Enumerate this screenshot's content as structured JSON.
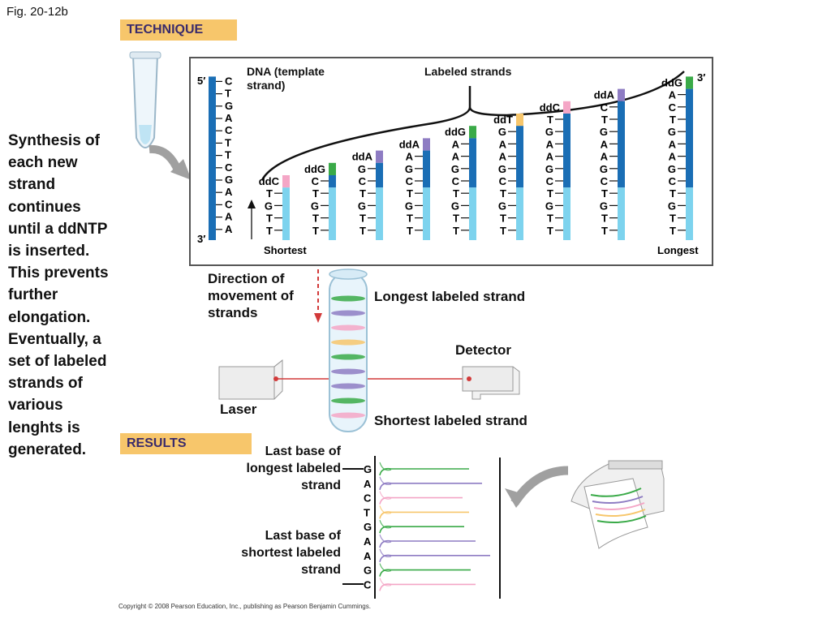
{
  "figure_label": "Fig. 20-12b",
  "technique_label": "TECHNIQUE",
  "results_label": "RESULTS",
  "side_text": "Synthesis of each new strand continues until a ddNTP is inserted. This prevents further elongation. Eventually, a set of labeled strands of various lenghts is generated.",
  "panel": {
    "template_label": "DNA (template strand)",
    "labeled_strands_label": "Labeled strands",
    "prime5": "5′",
    "prime3_left": "3′",
    "prime3_right": "3′",
    "shortest_label": "Shortest",
    "longest_label": "Longest",
    "template_bases": [
      "C",
      "T",
      "G",
      "A",
      "C",
      "T",
      "T",
      "C",
      "G",
      "A",
      "C",
      "A",
      "A"
    ],
    "strands": [
      {
        "dd": "ddC",
        "bases": [
          "T",
          "G",
          "T",
          "T"
        ],
        "color": "#f4a6c6"
      },
      {
        "dd": "ddG",
        "bases": [
          "C",
          "T",
          "G",
          "T",
          "T"
        ],
        "color": "#3aaa48"
      },
      {
        "dd": "ddA",
        "bases": [
          "G",
          "C",
          "T",
          "G",
          "T",
          "T"
        ],
        "color": "#8e7cc3"
      },
      {
        "dd": "ddA",
        "bases": [
          "A",
          "G",
          "C",
          "T",
          "G",
          "T",
          "T"
        ],
        "color": "#8e7cc3"
      },
      {
        "dd": "ddG",
        "bases": [
          "A",
          "A",
          "G",
          "C",
          "T",
          "G",
          "T",
          "T"
        ],
        "color": "#3aaa48"
      },
      {
        "dd": "ddT",
        "bases": [
          "G",
          "A",
          "A",
          "G",
          "C",
          "T",
          "G",
          "T",
          "T"
        ],
        "color": "#f7c66b"
      },
      {
        "dd": "ddC",
        "bases": [
          "T",
          "G",
          "A",
          "A",
          "G",
          "C",
          "T",
          "G",
          "T",
          "T"
        ],
        "color": "#f4a6c6"
      },
      {
        "dd": "ddA",
        "bases": [
          "C",
          "T",
          "G",
          "A",
          "A",
          "G",
          "C",
          "T",
          "G",
          "T",
          "T"
        ],
        "color": "#8e7cc3"
      },
      {
        "dd": "ddG",
        "bases": [
          "A",
          "C",
          "T",
          "G",
          "A",
          "A",
          "G",
          "C",
          "T",
          "G",
          "T",
          "T"
        ],
        "color": "#3aaa48"
      }
    ]
  },
  "direction_label": "Direction of movement of strands",
  "longest_labeled_strand": "Longest labeled strand",
  "shortest_labeled_strand": "Shortest labeled strand",
  "detector_label": "Detector",
  "laser_label": "Laser",
  "results": {
    "last_base_longest": "Last base of longest labeled strand",
    "last_base_shortest": "Last base of shortest labeled strand",
    "bases": [
      "G",
      "A",
      "C",
      "T",
      "G",
      "A",
      "A",
      "G",
      "C"
    ],
    "peak_colors": [
      "#3aaa48",
      "#8e7cc3",
      "#f4a6c6",
      "#f7c66b",
      "#3aaa48",
      "#8e7cc3",
      "#8e7cc3",
      "#3aaa48",
      "#f4a6c6"
    ]
  },
  "colors": {
    "ddC": "#f4a6c6",
    "ddG": "#3aaa48",
    "ddA": "#8e7cc3",
    "ddT": "#f7c66b",
    "template_blue": "#1a6eb5",
    "new_strand_light": "#7dd3ee",
    "header_bg": "#f7c66b"
  },
  "copyright": "Copyright © 2008 Pearson Education, Inc., publishing as Pearson Benjamin Cummings."
}
